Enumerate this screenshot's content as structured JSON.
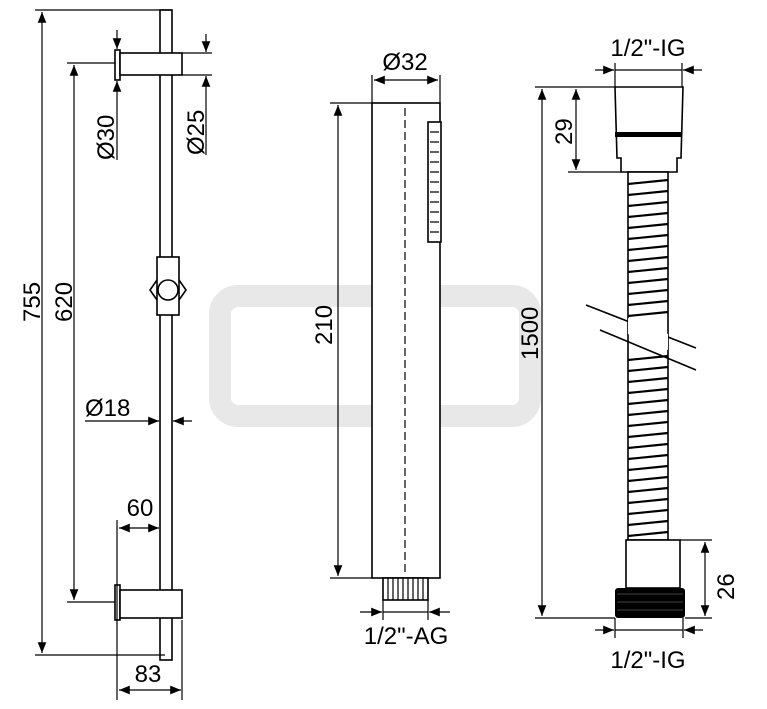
{
  "drawing": {
    "rail": {
      "height_label": "755",
      "center_distance_label": "620",
      "flange_diameter_label": "Ø30",
      "arm_diameter_label": "Ø25",
      "rail_diameter_label": "Ø18",
      "wall_offset_label": "60",
      "total_depth_label": "83"
    },
    "hand_shower": {
      "diameter_label": "Ø32",
      "length_label": "210",
      "thread_label": "1/2\"-AG"
    },
    "hose": {
      "top_thread_label": "1/2\"-IG",
      "top_nut_label": "29",
      "length_label": "1500",
      "bottom_nut_label": "26",
      "bottom_thread_label": "1/2\"-IG"
    }
  },
  "colors": {
    "line": "#000000",
    "watermark": "#e8e8e8"
  }
}
